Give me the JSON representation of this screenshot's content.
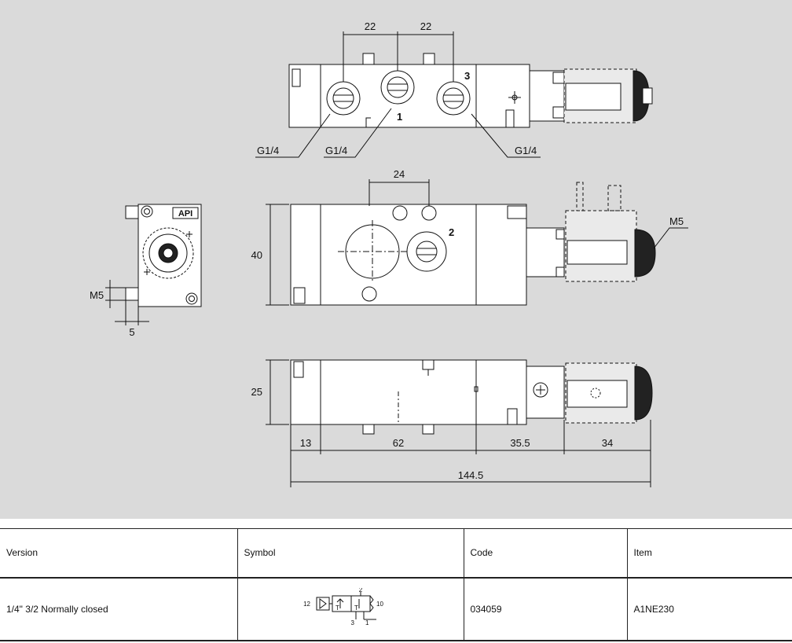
{
  "drawing": {
    "dimensions": {
      "top_spacing_left": "22",
      "top_spacing_right": "22",
      "front_spacing": "24",
      "height_front": "40",
      "height_bottom": "25",
      "len_a": "13",
      "len_b": "62",
      "len_c": "35.5",
      "len_d": "34",
      "len_total": "144.5",
      "side_offset": "5"
    },
    "labels": {
      "thread_1": "G1/4",
      "thread_2": "G1/4",
      "thread_3": "G1/4",
      "thread_side": "M5",
      "thread_solenoid": "M5",
      "port_1": "1",
      "port_2": "2",
      "port_3": "3",
      "logo": "API"
    }
  },
  "table": {
    "headers": [
      "Version",
      "Symbol",
      "Code",
      "Item"
    ],
    "row": {
      "version": "1/4\" 3/2 Normally closed",
      "code": "034059",
      "item": "A1NE230"
    },
    "symbol_labels": {
      "left": "12",
      "right": "10",
      "top": "2",
      "bottom_left": "3",
      "bottom_right": "1",
      "t_left": "T",
      "t_right": "T"
    }
  }
}
